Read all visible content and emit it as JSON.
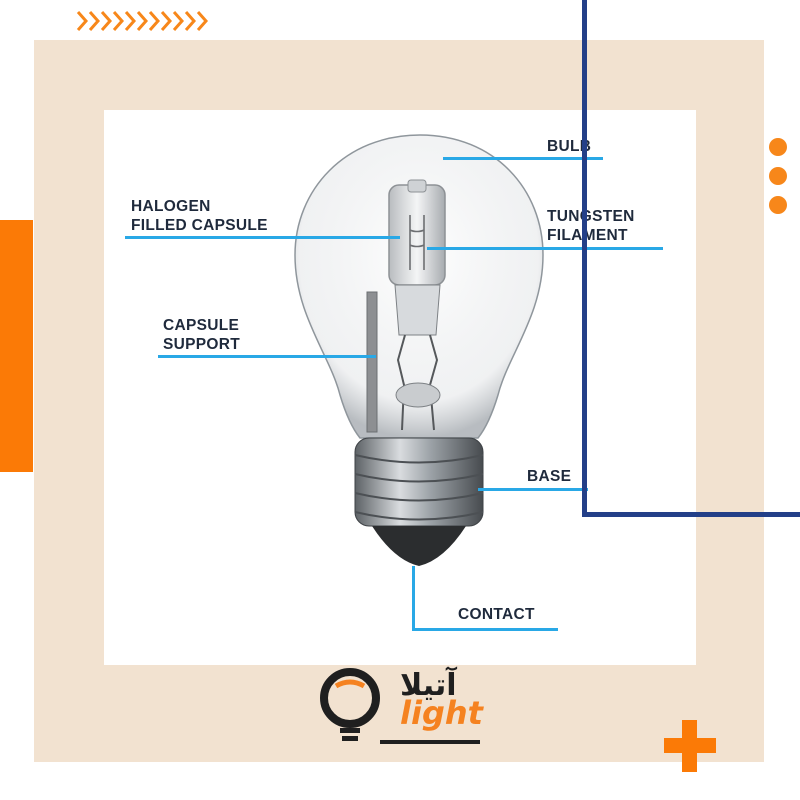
{
  "labels": {
    "bulb": "BULB",
    "halogen_line1": "HALOGEN",
    "halogen_line2": "FILLED CAPSULE",
    "tungsten_line1": "TUNGSTEN",
    "tungsten_line2": "FILAMENT",
    "capsule_line1": "CAPSULE",
    "capsule_line2": "SUPPORT",
    "base": "BASE",
    "contact": "CONTACT"
  },
  "logo": {
    "text_fa": "آتیلا",
    "text_en": "light"
  },
  "colors": {
    "beige": "#f2e2d0",
    "orange": "#fb7a06",
    "navy": "#233f88",
    "leader_blue": "#29a8e6",
    "label_text": "#1f2a3c"
  },
  "icons": [
    "chevrons-icon",
    "dots-icon",
    "plus-icon",
    "bulb-logo-icon"
  ]
}
